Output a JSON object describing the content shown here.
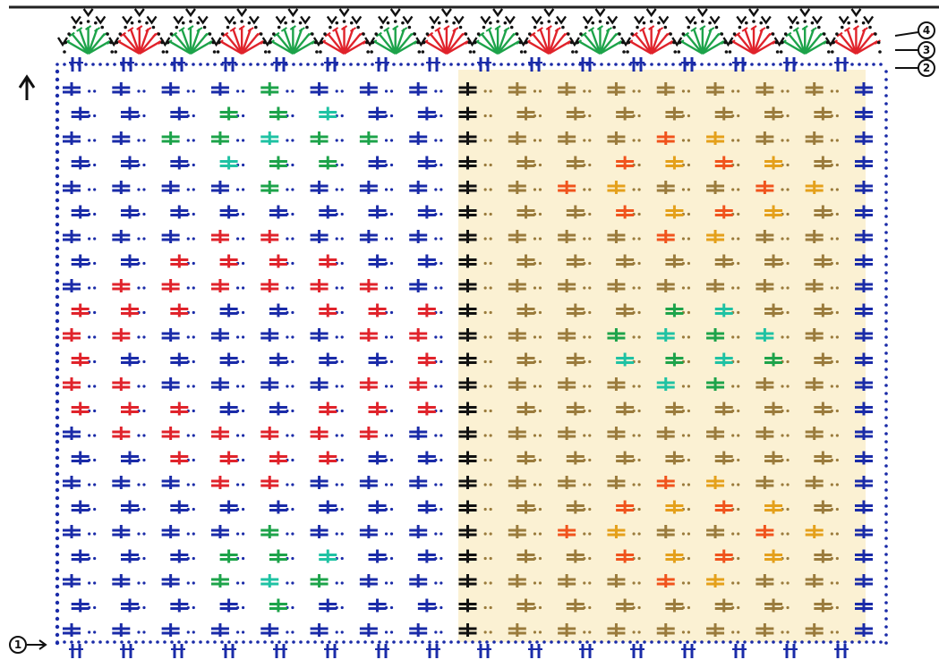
{
  "diagram": {
    "row_markers": [
      "1",
      "2",
      "3",
      "4"
    ]
  },
  "colors": {
    "blue": "#1a2ba8",
    "red": "#e0232b",
    "green": "#1da34a",
    "teal": "#1fc2a3",
    "black": "#111111",
    "tan": "#9a7b3c",
    "orange": "#f0531c",
    "gold": "#e4a01b",
    "cream": "#fbf1d3",
    "paper": "#ffffff"
  },
  "icons": {
    "up_arrow": "arrow-up-icon",
    "row_pointer": "arrow-right-icon"
  }
}
